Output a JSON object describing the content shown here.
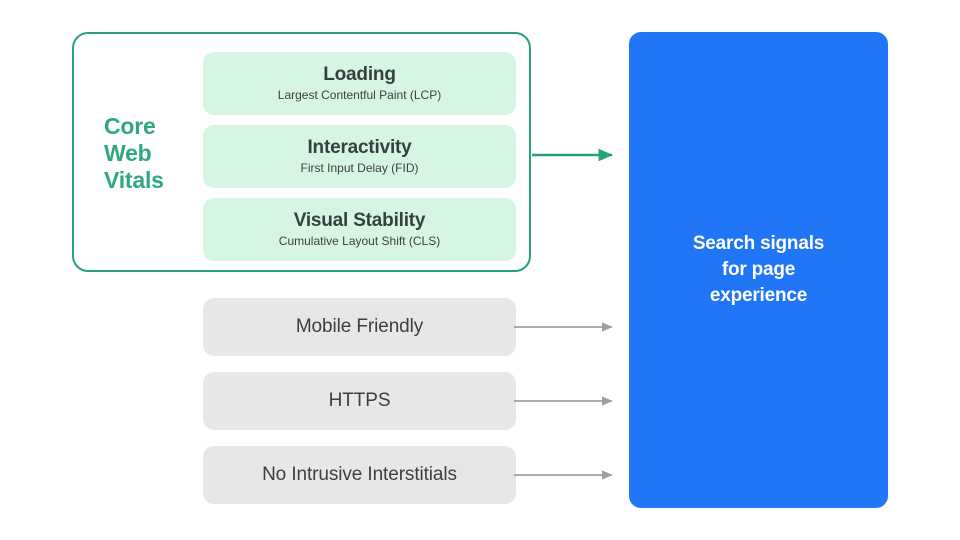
{
  "colors": {
    "green_accent": "#2fa87c",
    "green_border": "#27a17b",
    "green_card_fill": "#d6f6e3",
    "grey_card_fill": "#e7e7e8",
    "blue_panel": "#2176f7",
    "arrow_grey": "#9aa0a6",
    "text_dark": "#3c4043",
    "text_white": "#ffffff",
    "background": "#ffffff"
  },
  "core_web_vitals": {
    "label": "Core\nWeb\nVitals",
    "label_lines": [
      "Core",
      "Web",
      "Vitals"
    ],
    "metrics": [
      {
        "title": "Loading",
        "subtitle": "Largest Contentful Paint (LCP)"
      },
      {
        "title": "Interactivity",
        "subtitle": "First Input Delay (FID)"
      },
      {
        "title": "Visual Stability",
        "subtitle": "Cumulative Layout Shift (CLS)"
      }
    ]
  },
  "other_signals": [
    {
      "label": "Mobile Friendly"
    },
    {
      "label": "HTTPS"
    },
    {
      "label": "No Intrusive Interstitials"
    }
  ],
  "result": {
    "text": "Search signals\nfor page\nexperience"
  },
  "connectors": [
    {
      "name": "core-web-vitals-arrow",
      "color": "#27a17b"
    },
    {
      "name": "mobile-friendly-arrow",
      "color": "#9aa0a6"
    },
    {
      "name": "https-arrow",
      "color": "#9aa0a6"
    },
    {
      "name": "no-intrusive-interstitials-arrow",
      "color": "#9aa0a6"
    }
  ]
}
